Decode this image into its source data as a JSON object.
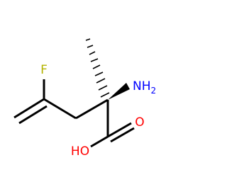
{
  "molecule": {
    "atoms": {
      "fluorine": {
        "label": "F",
        "color": "#b3b300"
      },
      "amine": {
        "label": "NH",
        "subscript": "2",
        "color": "#0000ff"
      },
      "carbonyl_oxygen": {
        "label": "O",
        "color": "#ff0000"
      },
      "hydroxyl": {
        "label": "HO",
        "color": "#ff0000"
      }
    },
    "bond_color": "#000000",
    "stereo": {
      "amine_bond": "wedge",
      "methyl_bond": "hash"
    }
  }
}
